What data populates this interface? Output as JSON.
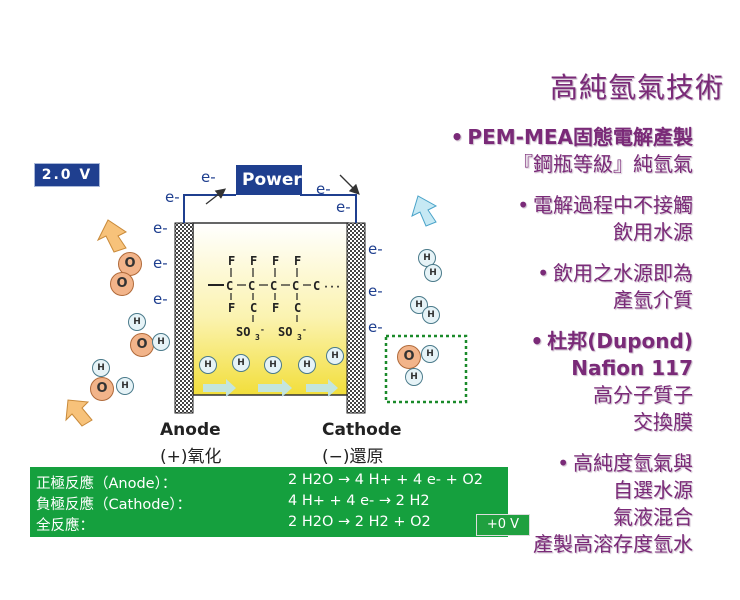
{
  "title": "高純氫氣技術",
  "bullets": [
    {
      "lines": [
        "PEM-MEA固態電解產製",
        "『鋼瓶等級』純氫氣"
      ]
    },
    {
      "lines": [
        "電解過程中不接觸",
        "飲用水源"
      ]
    },
    {
      "lines": [
        "飲用之水源即為",
        "產氫介質"
      ]
    },
    {
      "lines": [
        "杜邦(Dupond)",
        "Nafion 117",
        "高分子質子",
        "交換膜"
      ]
    },
    {
      "lines": [
        "高純度氫氣與",
        "自選水源",
        "氣液混合",
        "產製高溶存度氫水"
      ]
    }
  ],
  "diagram": {
    "voltage_badge": "2.0 V",
    "power_label": "Power",
    "electron": "e-",
    "anode_label": "Anode",
    "anode_sub": "(+)氧化",
    "cathode_label": "Cathode",
    "cathode_sub": "(−)還原",
    "zero_badge": "+0 V",
    "o_label": "O",
    "h_label": "H",
    "f_label": "F",
    "c_label": "C",
    "so3_label": "SO3"
  },
  "reactions": [
    {
      "label": "正極反應（Anode）：",
      "equation": "2 H2O → 4 H+ + 4 e- + O2"
    },
    {
      "label": "負極反應（Cathode）：",
      "equation": "4 H+ + 4 e- → 2 H2"
    },
    {
      "label": "全反應：",
      "equation": "2 H2O → 2 H2 + O2"
    }
  ],
  "colors": {
    "title": "#7a2a78",
    "badge_blue": "#1f3f8f",
    "reaction_green": "#15a03e",
    "electrode_pattern": "#555555"
  }
}
